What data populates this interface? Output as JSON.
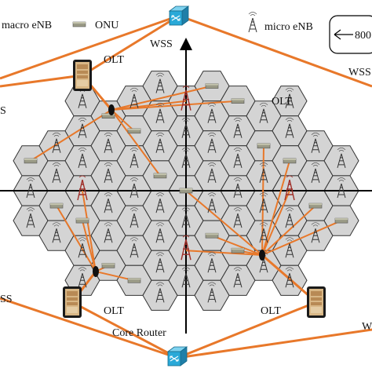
{
  "legend": {
    "macro_enb": "macro eNB",
    "onu": "ONU",
    "micro_enb": "micro eNB",
    "rate": "800"
  },
  "labels": {
    "wss_top": "WSS",
    "wss_right": "WSS",
    "wss_left_top": "S",
    "wss_left_bottom": "SS",
    "wss_right_bottom": "W",
    "olt_top": "OLT",
    "olt_mid": "OLT",
    "olt_bottom_left": "OLT",
    "olt_bottom_right": "OLT",
    "core_router": "Core Router"
  },
  "colors": {
    "fiber": "#e8782a",
    "cell_fill": "#d4d4d4",
    "cell_stroke": "#333333",
    "switch": "#2aa9d8",
    "olt": "#c9a77a",
    "axis": "#000000"
  }
}
